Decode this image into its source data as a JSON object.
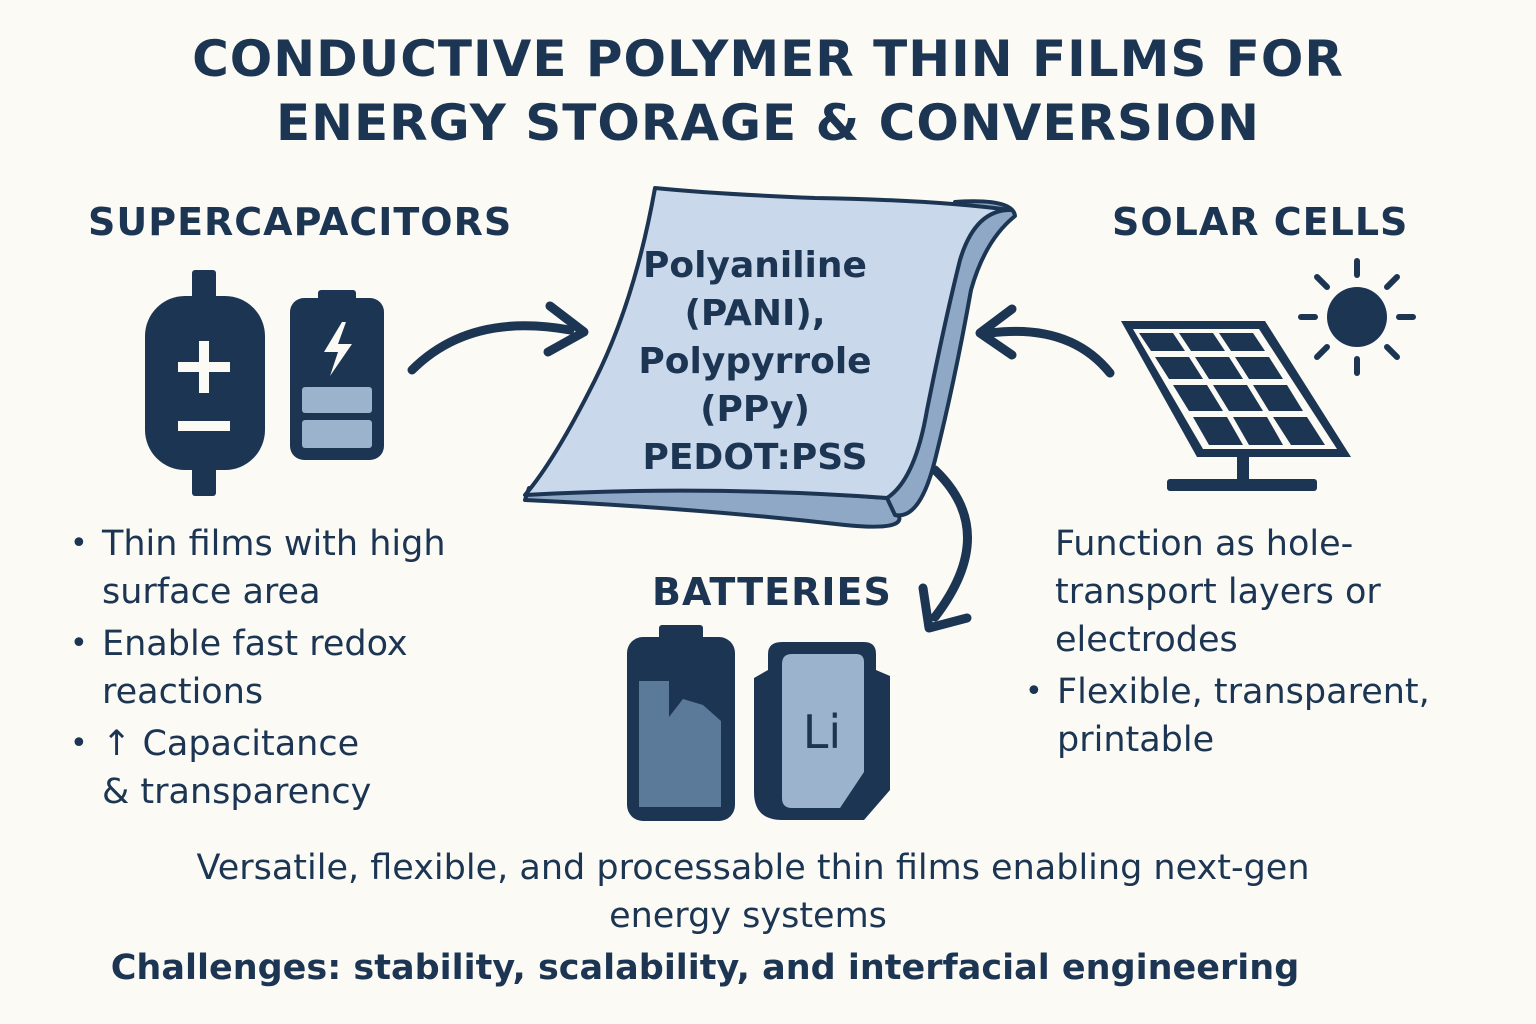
{
  "title": {
    "line1": "CONDUCTIVE POLYMER THIN FILMS FOR",
    "line2": "ENERGY STORAGE & CONVERSION"
  },
  "supercapacitors": {
    "heading": "SUPERCAPACITORS",
    "bullets": [
      {
        "line1": "Thin films with high",
        "line2": "surface area"
      },
      {
        "line1": "Enable fast redox",
        "line2": "reactions"
      },
      {
        "line1": "↑ Capacitance",
        "line2": "& transparency"
      }
    ],
    "icons": [
      "capacitor-icon",
      "battery-charging-icon"
    ]
  },
  "film": {
    "lines": [
      "Polyaniline",
      "(PANI),",
      "Polypyrrole",
      "(PPy)",
      "PEDOT:PSS"
    ]
  },
  "solar_cells": {
    "heading": "SOLAR CELLS",
    "text_lines": [
      "Function as hole-",
      "transport layers or",
      "electrodes"
    ],
    "bullet": {
      "line1": "Flexible, transparent,",
      "line2": "printable"
    },
    "icons": [
      "solar-panel-icon",
      "sun-icon"
    ]
  },
  "batteries": {
    "heading": "BATTERIES",
    "li_label": "Li",
    "icons": [
      "battery-icon",
      "lithium-battery-icon"
    ]
  },
  "footer": {
    "line1": "Versatile, flexible, and processable thin films enabling next-gen",
    "line2": "energy systems",
    "challenges": "Challenges: stability, scalability, and interfacial engineering"
  },
  "colors": {
    "navy": "#1c3553",
    "film_fill": "#c9d8ea",
    "film_edge": "#8fa8c6",
    "pale_blue": "#9bb3cc",
    "mid_blue": "#5b7a9a",
    "background": "#fbfaf5"
  }
}
